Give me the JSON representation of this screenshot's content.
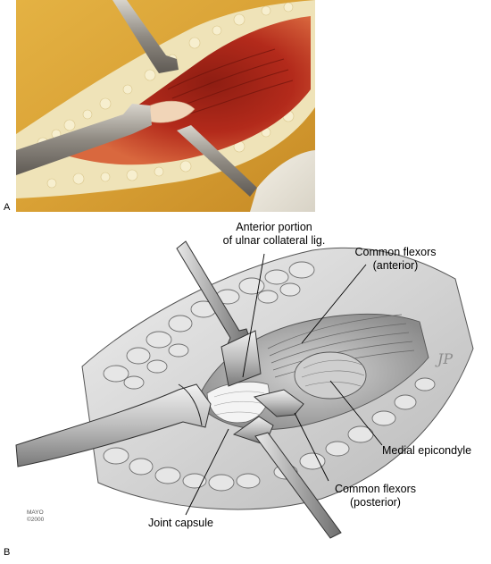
{
  "figure": {
    "panel_a": {
      "letter": "A"
    },
    "panel_b": {
      "letter": "B",
      "labels": {
        "ulnar_collateral": [
          "Anterior portion",
          "of ulnar collateral lig."
        ],
        "common_flexors_anterior": [
          "Common flexors",
          "(anterior)"
        ],
        "medial_epicondyle": [
          "Medial epicondyle"
        ],
        "common_flexors_posterior": [
          "Common flexors",
          "(posterior)"
        ],
        "joint_capsule": [
          "Joint capsule"
        ]
      },
      "credit": [
        "MAYO",
        "©2000"
      ],
      "artist_signature": "JP"
    }
  }
}
